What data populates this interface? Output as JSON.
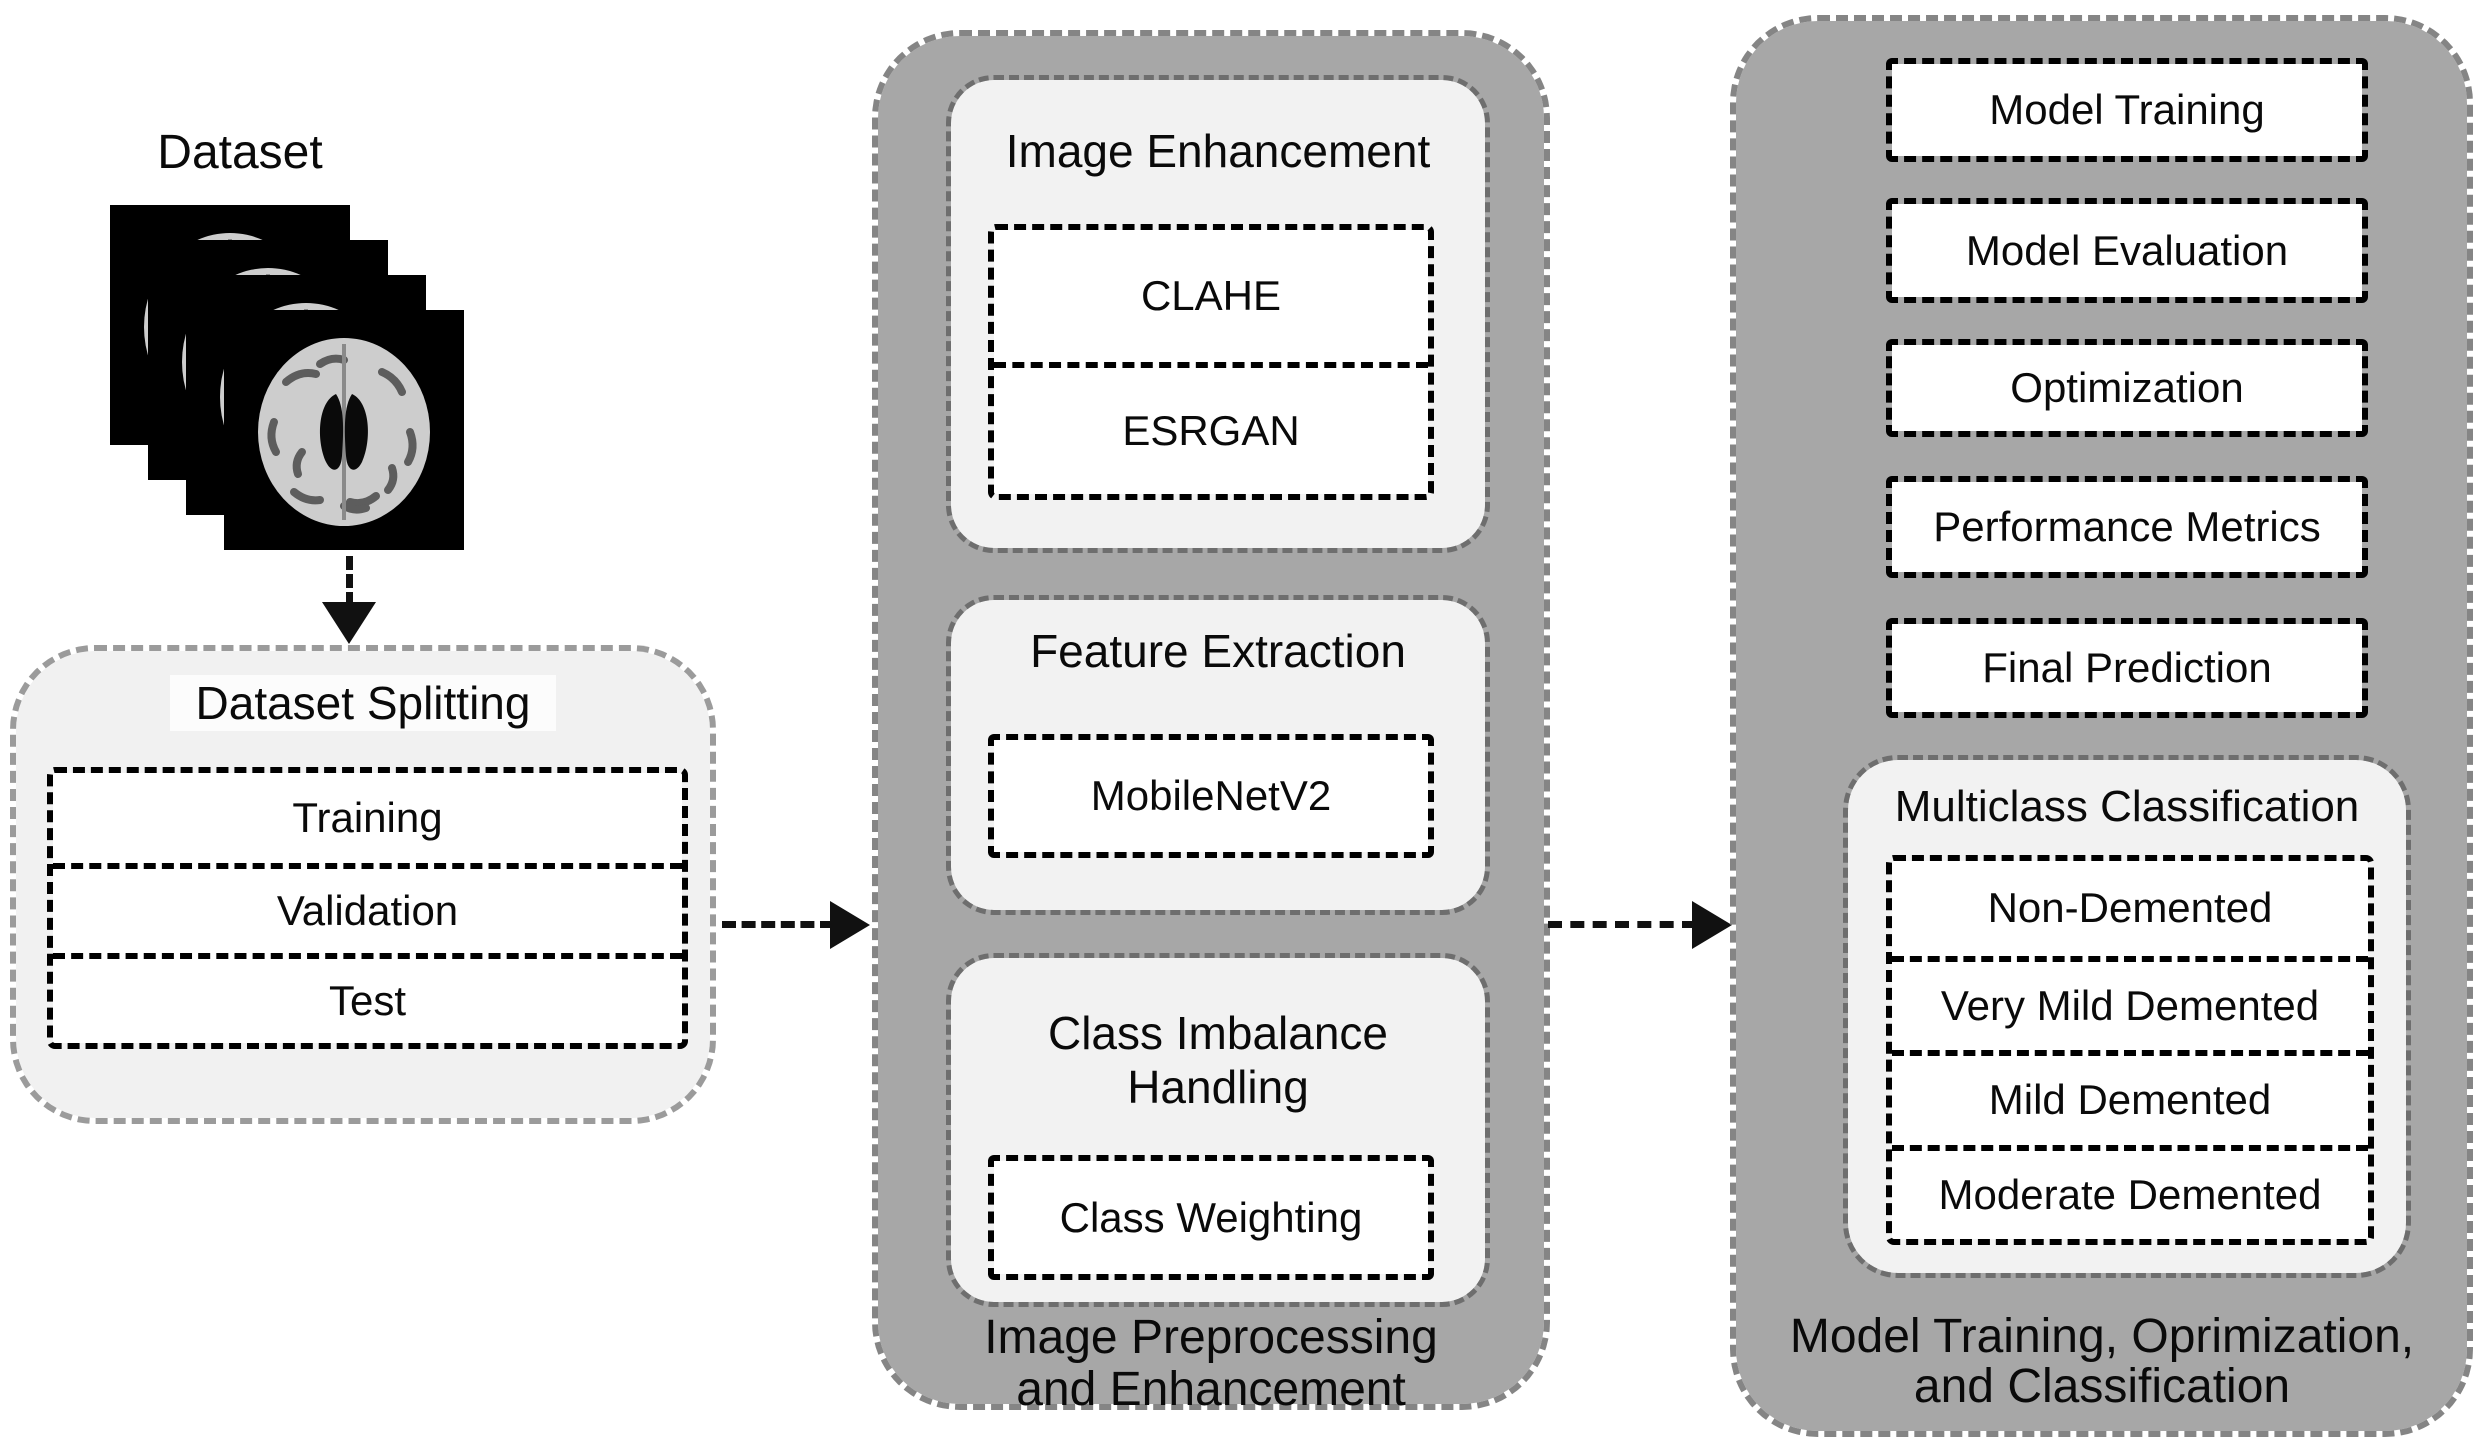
{
  "left": {
    "dataset_label": "Dataset",
    "splitting": {
      "title": "Dataset Splitting",
      "items": [
        "Training",
        "Validation",
        "Test"
      ]
    }
  },
  "middle": {
    "caption": "Image Preprocessing and Enhancement",
    "image_enhancement": {
      "title": "Image Enhancement",
      "methods": [
        "CLAHE",
        "ESRGAN"
      ]
    },
    "feature_extraction": {
      "title": "Feature Extraction",
      "methods": [
        "MobileNetV2"
      ]
    },
    "class_imbalance": {
      "title": "Class Imbalance Handling",
      "methods": [
        "Class Weighting"
      ]
    }
  },
  "right": {
    "caption": "Model Training, Oprimization, and Classification",
    "steps": [
      "Model Training",
      "Model Evaluation",
      "Optimization",
      "Performance Metrics",
      "Final Prediction"
    ],
    "multiclass": {
      "title": "Multiclass Classification",
      "classes": [
        "Non-Demented",
        "Very Mild Demented",
        "Mild Demented",
        "Moderate Demented"
      ]
    }
  },
  "colors": {
    "container_fill": "#a7a7a7",
    "container_border": "#858585",
    "panel_fill": "#f2f2f2",
    "panel_border": "#6e6e6e",
    "box_border": "#000000",
    "split_fill": "#f1f1f1",
    "split_border": "#9b9b9b",
    "arrow": "#111111"
  }
}
